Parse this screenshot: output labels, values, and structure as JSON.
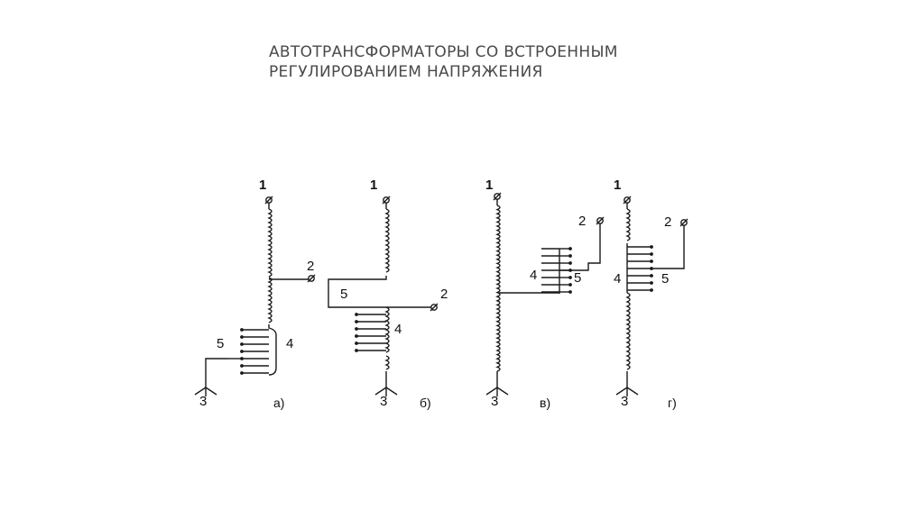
{
  "title": {
    "line1": "АВТОТРАНСФОРМАТОРЫ СО ВСТРОЕННЫМ",
    "line2": "РЕГУЛИРОВАНИЕМ НАПРЯЖЕНИЯ"
  },
  "schemes": [
    {
      "id": "a",
      "caption": "а)",
      "labels": {
        "t1": "1",
        "t2": "2",
        "t3": "3",
        "t4": "4",
        "t5": "5"
      }
    },
    {
      "id": "b",
      "caption": "б)",
      "labels": {
        "t1": "1",
        "t2": "2",
        "t3": "3",
        "t4": "4",
        "t5": "5"
      }
    },
    {
      "id": "v",
      "caption": "в)",
      "labels": {
        "t1": "1",
        "t2": "2",
        "t3": "3",
        "t4": "4",
        "t5": "5"
      }
    },
    {
      "id": "g",
      "caption": "г)",
      "labels": {
        "t1": "1",
        "t2": "2",
        "t3": "3",
        "t4": "4",
        "t5": "5"
      }
    }
  ],
  "colors": {
    "line": "#1a1a1a",
    "title": "#4a4a4a"
  }
}
